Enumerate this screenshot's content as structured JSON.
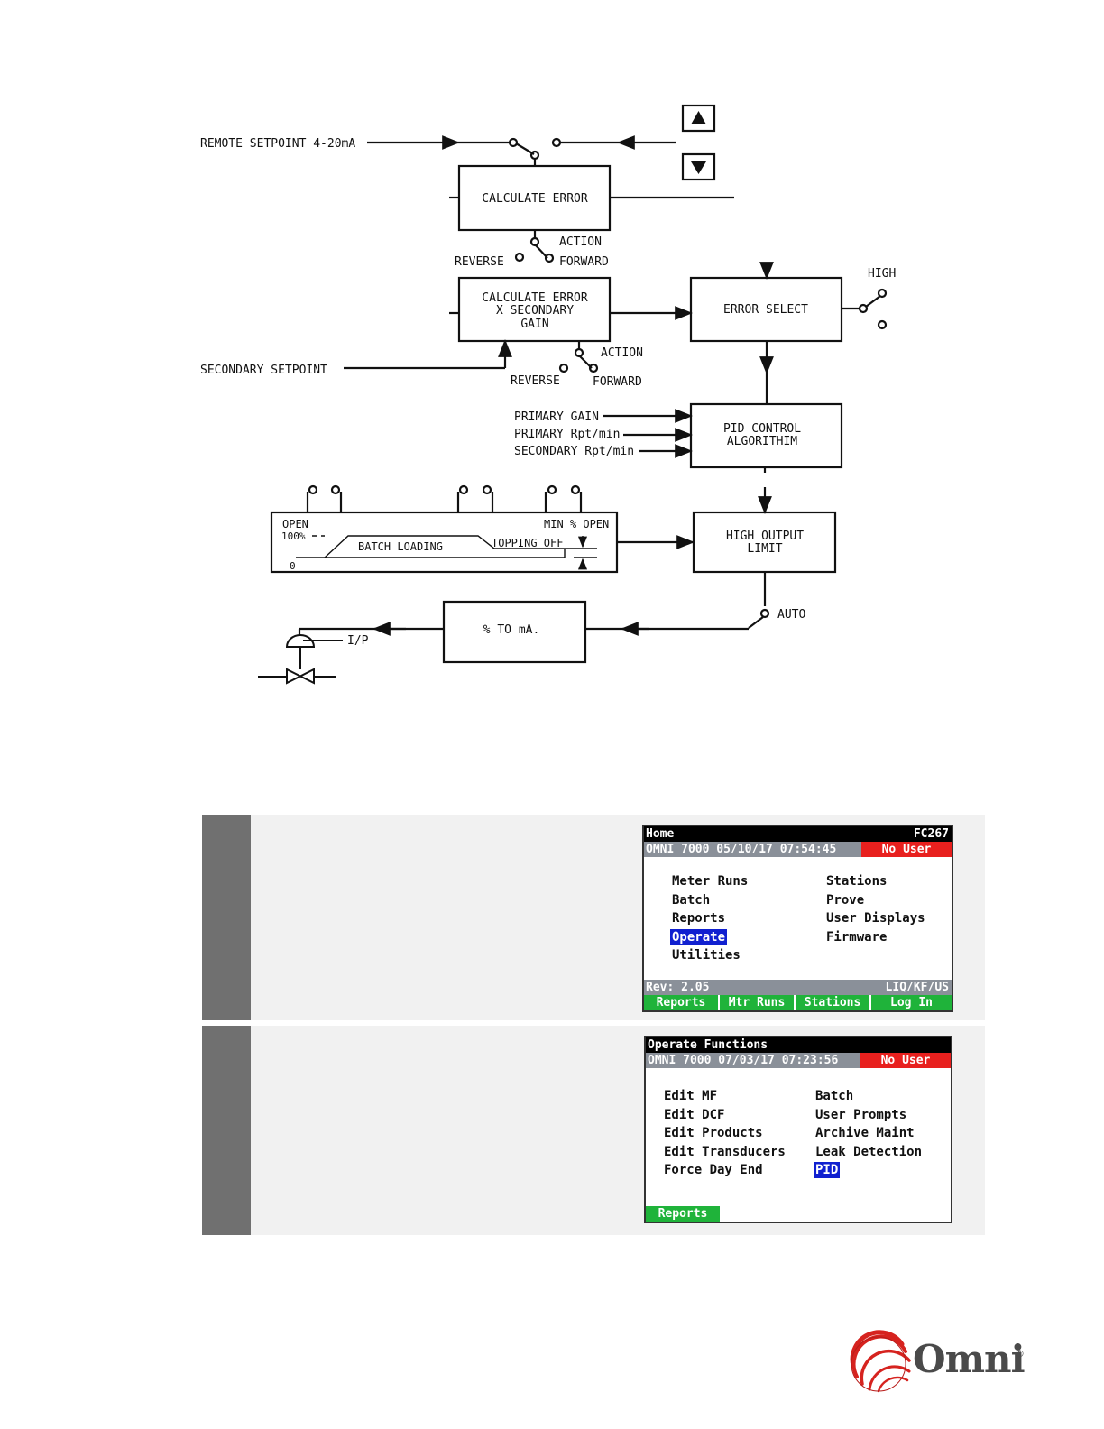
{
  "diagram": {
    "up_button_icon": "triangle-up",
    "down_button_icon": "triangle-down",
    "remote_setpoint": "REMOTE SETPOINT 4-20mA",
    "calc_error": "CALCULATE ERROR",
    "action_1": "ACTION",
    "reverse_1": "REVERSE",
    "forward_1": "FORWARD",
    "calc_error_sec_1": "CALCULATE ERROR",
    "calc_error_sec_2": "X SECONDARY",
    "calc_error_sec_3": "GAIN",
    "error_select": "ERROR SELECT",
    "high": "HIGH",
    "secondary_setpoint": "SECONDARY SETPOINT",
    "action_2": "ACTION",
    "reverse_2": "REVERSE",
    "forward_2": "FORWARD",
    "primary_gain": "PRIMARY GAIN",
    "primary_rpt": "PRIMARY Rpt/min",
    "secondary_rpt": "SECONDARY Rpt/min",
    "pid_1": "PID CONTROL",
    "pid_2": "ALGORITHIM",
    "open": "OPEN",
    "pct100": "100%",
    "batch_loading": "BATCH LOADING",
    "topping_off": "TOPPING OFF",
    "min_open": "MIN % OPEN",
    "zero": "0",
    "high_output_1": "HIGH OUTPUT",
    "high_output_2": "LIMIT",
    "auto": "AUTO",
    "pct_to_ma": "% TO mA.",
    "ip": "I/P"
  },
  "screen1": {
    "title": "Home",
    "code": "FC267",
    "status": "OMNI 7000  05/10/17  07:54:45",
    "user": "No User",
    "left_menu": [
      "Meter Runs",
      "Batch",
      "Reports",
      "Operate",
      "Utilities"
    ],
    "right_menu": [
      "Stations",
      "Prove",
      "User Displays",
      "Firmware"
    ],
    "selected": "Operate",
    "rev": "Rev:   2.05",
    "config": "LIQ/KF/US",
    "fkeys": [
      "Reports",
      "Mtr Runs",
      "Stations",
      "Log In"
    ]
  },
  "screen2": {
    "title": "Operate Functions",
    "status": "OMNI 7000  07/03/17  07:23:56",
    "user": "No User",
    "left_menu": [
      "Edit MF",
      "Edit DCF",
      "Edit Products",
      "Edit Transducers",
      "Force Day End"
    ],
    "right_menu": [
      "Batch",
      "User Prompts",
      "Archive Maint",
      "Leak Detection",
      "PID"
    ],
    "selected": "PID",
    "fkeys": [
      "Reports"
    ]
  },
  "logo": {
    "text": "Omni",
    "reg": "®",
    "brand_color": "#d6231f"
  }
}
